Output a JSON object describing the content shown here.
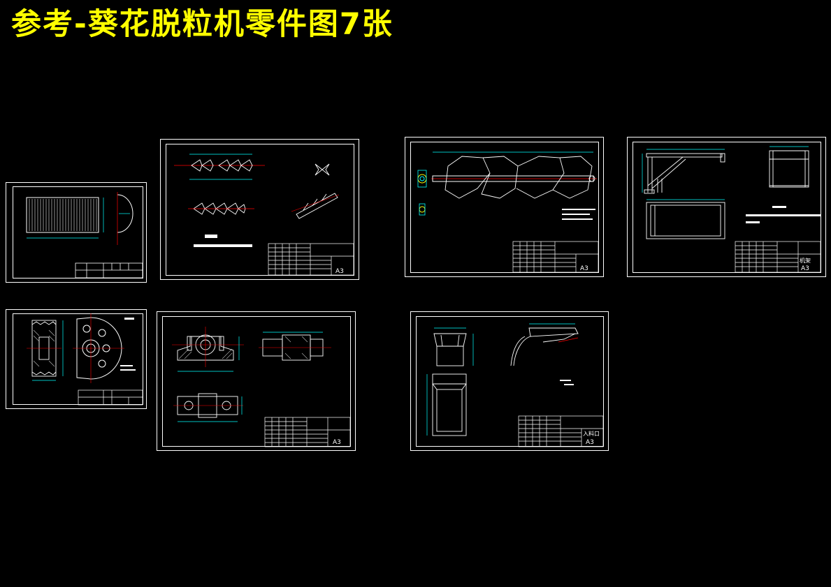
{
  "title": "参考-葵花脱粒机零件图7张",
  "colors": {
    "background": "#000000",
    "title": "#ffff00",
    "line": "#ffffff",
    "dimension": "#00ffff",
    "center": "#ff0000",
    "hatch": "#bbbbbb"
  },
  "sheets": [
    {
      "id": "sheet-concave-screen",
      "paper": ""
    },
    {
      "id": "sheet-threshing-teeth",
      "paper": "A3"
    },
    {
      "id": "sheet-threshing-shaft",
      "paper": "A3"
    },
    {
      "id": "sheet-frame",
      "paper": "A3",
      "drawing_name": "机架"
    },
    {
      "id": "sheet-pulley",
      "paper": ""
    },
    {
      "id": "sheet-bearing-seat",
      "paper": "A3"
    },
    {
      "id": "sheet-hopper",
      "paper": "A3",
      "drawing_name": "入料口"
    }
  ]
}
